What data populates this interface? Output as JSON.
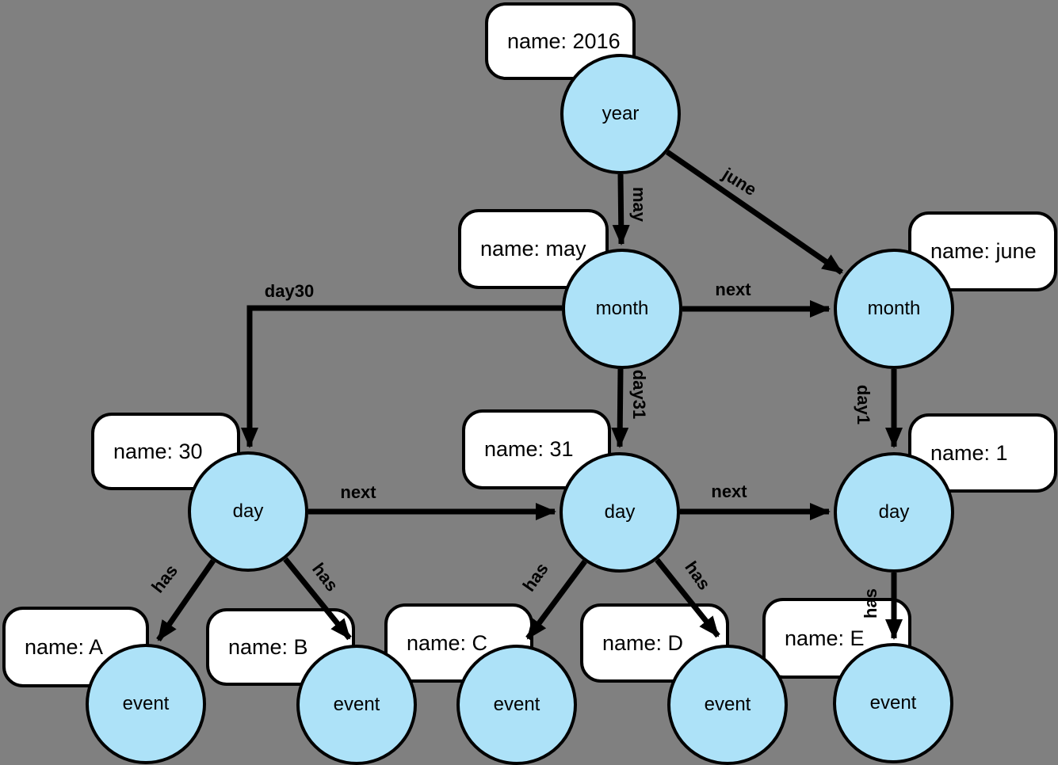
{
  "diagram": {
    "type": "graph-time-tree",
    "colors": {
      "background": "#808080",
      "node_fill": "#ADE2F8",
      "node_stroke": "#000000",
      "box_fill": "#FFFFFF",
      "box_stroke": "#000000",
      "edge_color": "#000000"
    },
    "nodes": [
      {
        "id": "year",
        "label": "year"
      },
      {
        "id": "month-may",
        "label": "month"
      },
      {
        "id": "month-june",
        "label": "month"
      },
      {
        "id": "day-30",
        "label": "day"
      },
      {
        "id": "day-31",
        "label": "day"
      },
      {
        "id": "day-1",
        "label": "day"
      },
      {
        "id": "event-a",
        "label": "event"
      },
      {
        "id": "event-b",
        "label": "event"
      },
      {
        "id": "event-c",
        "label": "event"
      },
      {
        "id": "event-d",
        "label": "event"
      },
      {
        "id": "event-e",
        "label": "event"
      }
    ],
    "property_boxes": [
      {
        "for": "year",
        "text": "name: 2016"
      },
      {
        "for": "month-may",
        "text": "name: may"
      },
      {
        "for": "month-june",
        "text": "name: june"
      },
      {
        "for": "day-30",
        "text": "name: 30"
      },
      {
        "for": "day-31",
        "text": "name: 31"
      },
      {
        "for": "day-1",
        "text": "name: 1"
      },
      {
        "for": "event-a",
        "text": "name: A"
      },
      {
        "for": "event-b",
        "text": "name: B"
      },
      {
        "for": "event-c",
        "text": "name: C"
      },
      {
        "for": "event-d",
        "text": "name: D"
      },
      {
        "for": "event-e",
        "text": "name: E"
      }
    ],
    "edge_labels": [
      {
        "edge": "year->month-may",
        "text": "may"
      },
      {
        "edge": "year->month-june",
        "text": "june"
      },
      {
        "edge": "month-may->month-june",
        "text": "next"
      },
      {
        "edge": "month-may->day-30",
        "text": "day30"
      },
      {
        "edge": "month-may->day-31",
        "text": "day31"
      },
      {
        "edge": "month-june->day-1",
        "text": "day1"
      },
      {
        "edge": "day-30->day-31",
        "text": "next"
      },
      {
        "edge": "day-31->day-1",
        "text": "next"
      },
      {
        "edge": "day-30->event-a",
        "text": "has"
      },
      {
        "edge": "day-30->event-b",
        "text": "has"
      },
      {
        "edge": "day-31->event-c",
        "text": "has"
      },
      {
        "edge": "day-31->event-d",
        "text": "has"
      },
      {
        "edge": "day-1->event-e",
        "text": "has"
      }
    ]
  }
}
